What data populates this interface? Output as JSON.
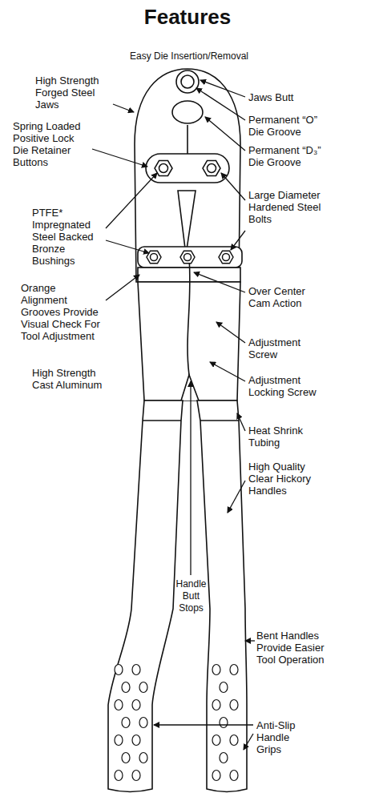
{
  "diagram": {
    "title": "Features",
    "labels": [
      "Easy Die Insertion/Removal",
      "High Strength Forged Steel Jaws",
      "Jaws Butt",
      "Permanent “O” Die Groove",
      "Permanent “D₃” Die Groove",
      "Spring Loaded Positive Lock Die Retainer Buttons",
      "Large Diameter Hardened Steel Bolts",
      "PTFE* Impregnated Steel Backed Bronze Bushings",
      "Orange Alignment Grooves Provide Visual Check For Tool Adjustment",
      "Over Center Cam Action",
      "Adjustment Screw",
      "High Strength Cast Aluminum",
      "Adjustment Locking Screw",
      "Heat Shrink Tubing",
      "High Quality Clear Hickory Handles",
      "Handle Butt Stops",
      "Bent Handles Provide Easier Tool Operation",
      "Anti-Slip Handle Grips"
    ]
  }
}
